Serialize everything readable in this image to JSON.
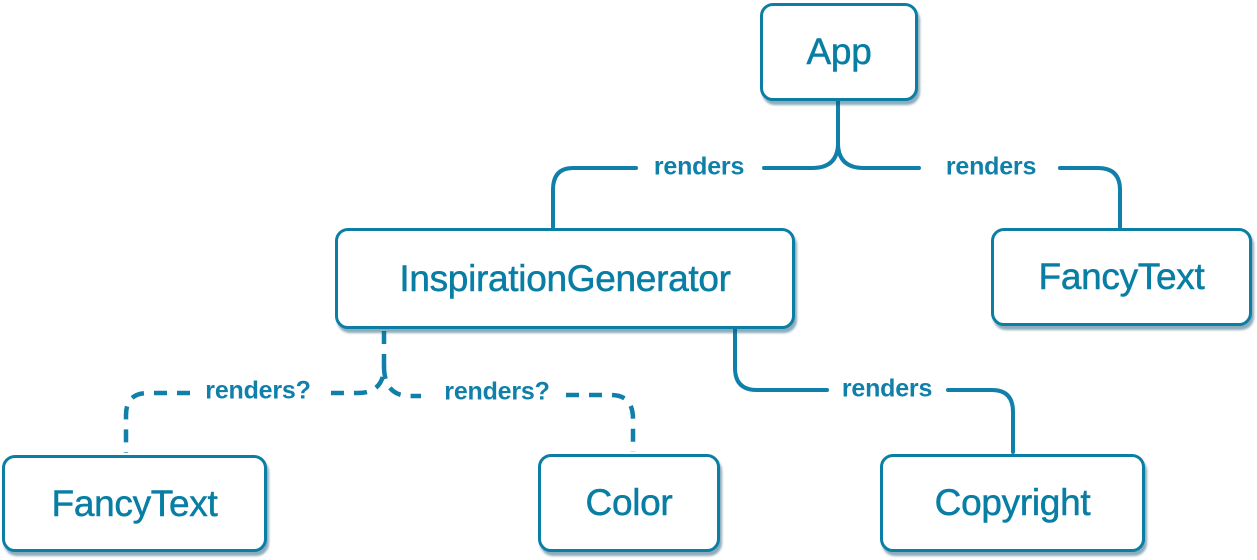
{
  "diagram": {
    "type": "component-tree",
    "colors": {
      "background": "#ffffff",
      "node_fill": "#ffffff",
      "node_border": "#0a7ea4",
      "node_text": "#087ea4",
      "edge": "#1080ab",
      "shadow": "rgba(28, 88, 118, 0.5)"
    },
    "nodes": [
      {
        "id": "app",
        "label": "App"
      },
      {
        "id": "inspiration-generator",
        "label": "InspirationGenerator"
      },
      {
        "id": "fancy-text-top",
        "label": "FancyText"
      },
      {
        "id": "fancy-text-bottom",
        "label": "FancyText"
      },
      {
        "id": "color",
        "label": "Color"
      },
      {
        "id": "copyright",
        "label": "Copyright"
      }
    ],
    "edges": [
      {
        "from": "App",
        "to": "InspirationGenerator",
        "label": "renders",
        "style": "solid"
      },
      {
        "from": "App",
        "to": "FancyText",
        "label": "renders",
        "style": "solid"
      },
      {
        "from": "InspirationGenerator",
        "to": "FancyText",
        "label": "renders?",
        "style": "dashed"
      },
      {
        "from": "InspirationGenerator",
        "to": "Color",
        "label": "renders?",
        "style": "dashed"
      },
      {
        "from": "InspirationGenerator",
        "to": "Copyright",
        "label": "renders",
        "style": "solid"
      }
    ]
  }
}
